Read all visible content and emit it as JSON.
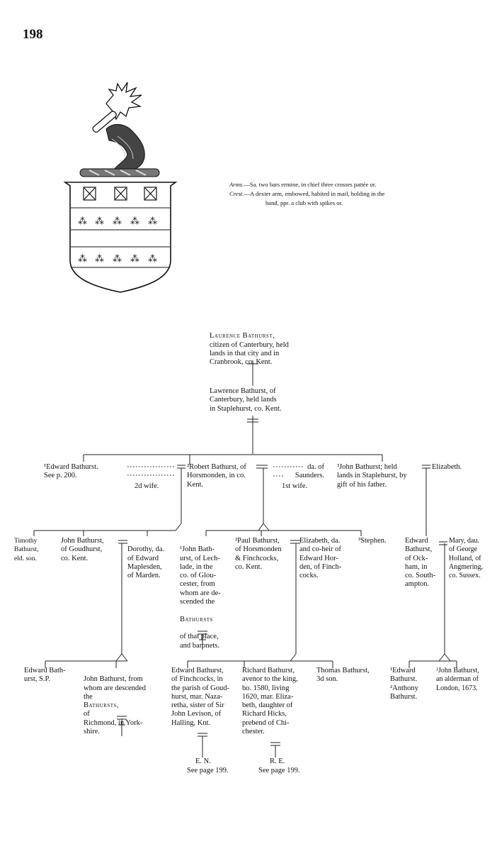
{
  "page_number": "198",
  "heraldry": {
    "arms_label": "Arms.",
    "arms_text": "—Sa. two bars ermine, in chief three crosses pattée or.",
    "crest_label": "Crest.",
    "crest_text": "—A dexter arm, embowed, habited in mail, holding in the",
    "crest_text_2": "hand, ppr. a club with spikes or."
  },
  "gen1": {
    "name": "Laurence Bathurst,",
    "text": "citizen of Canterbury, held\nlands in that city and in\nCranbrook, co. Kent."
  },
  "gen2": {
    "text": "Lawrence Bathurst, of\nCanterbury, held lands\nin Staplehurst, co. Kent."
  },
  "gen3": {
    "edward": "¹Edward Bathurst.\nSee p. 200.",
    "robert_wife2": "2d wife.",
    "robert": "²Robert Bathurst, of\nHorsmonden, in co.\nKent.",
    "saunders": "da. of\nSaunders.",
    "saunders_note": "1st wife.",
    "john": "³John Bathurst; held\nlands in Staplehurst, by\ngift of his father.",
    "elizabeth": "Elizabeth."
  },
  "gen4": {
    "timothy": "Timothy\nBathurst,\neld. son.",
    "john_goudhurst": "John Bathurst,\nof Goudhurst,\nco. Kent.",
    "dorothy": "Dorothy, da.\nof Edward\nMaplesden,\nof Marden.",
    "john_lechlade": "¹John Bath-\nurst, of Lech-\nlade, in the\nco. of Glou-\ncester, from\nwhom are de-\nscended the",
    "john_lechlade_sc": "Bathursts",
    "john_lechlade_end": "of that place,\nand baronets.",
    "paul": "²Paul Bathurst,\nof Horsmonden\n& Finchcocks,\nco. Kent.",
    "elizabeth_da": "Elizabeth, da.\nand co-heir of\nEdward Hor-\nden, of Finch-\ncocks.",
    "stephen": "³Stephen.",
    "edward_ockham": "Edward\nBathurst,\nof Ock-\nham, in\nco. South-\nampton.",
    "mary": "Mary, dau.\nof George\nHolland, of\nAngmering,\nco. Sussex."
  },
  "gen5": {
    "edward_sp": "Edward Bath-\nurst, S.P.",
    "john_richmond": "John Bathurst, from\nwhom are descended\nthe",
    "john_richmond_sc": "Bathursts,",
    "john_richmond_end": "of\nRichmond, in York-\nshire.",
    "edward_finchcocks": "Edward Bathurst,\nof Finchcocks, in\nthe parish of Goud-\nhurst, mar. Naza-\nretha, sister of Sir\nJohn Levison, of\nHalling, Knt.",
    "richard": "Richard Bathurst,\navenor to the king,\nbo. 1580, living\n1620, mar. Eliza-\nbeth, daughter of\nRichard Hicks,\nprebend of Chi-\nchester.",
    "thomas": "Thomas Bathurst,\n3d son.",
    "edward_anthony": "¹Edward\nBathurst.\n²Anthony\nBathurst.",
    "john_alderman": "³John Bathurst,\nan alderman of\nLondon, 1673."
  },
  "refs": {
    "en": "E. N.",
    "en_page": "See page 199.",
    "re": "R. E.",
    "re_page": "See page 199."
  }
}
